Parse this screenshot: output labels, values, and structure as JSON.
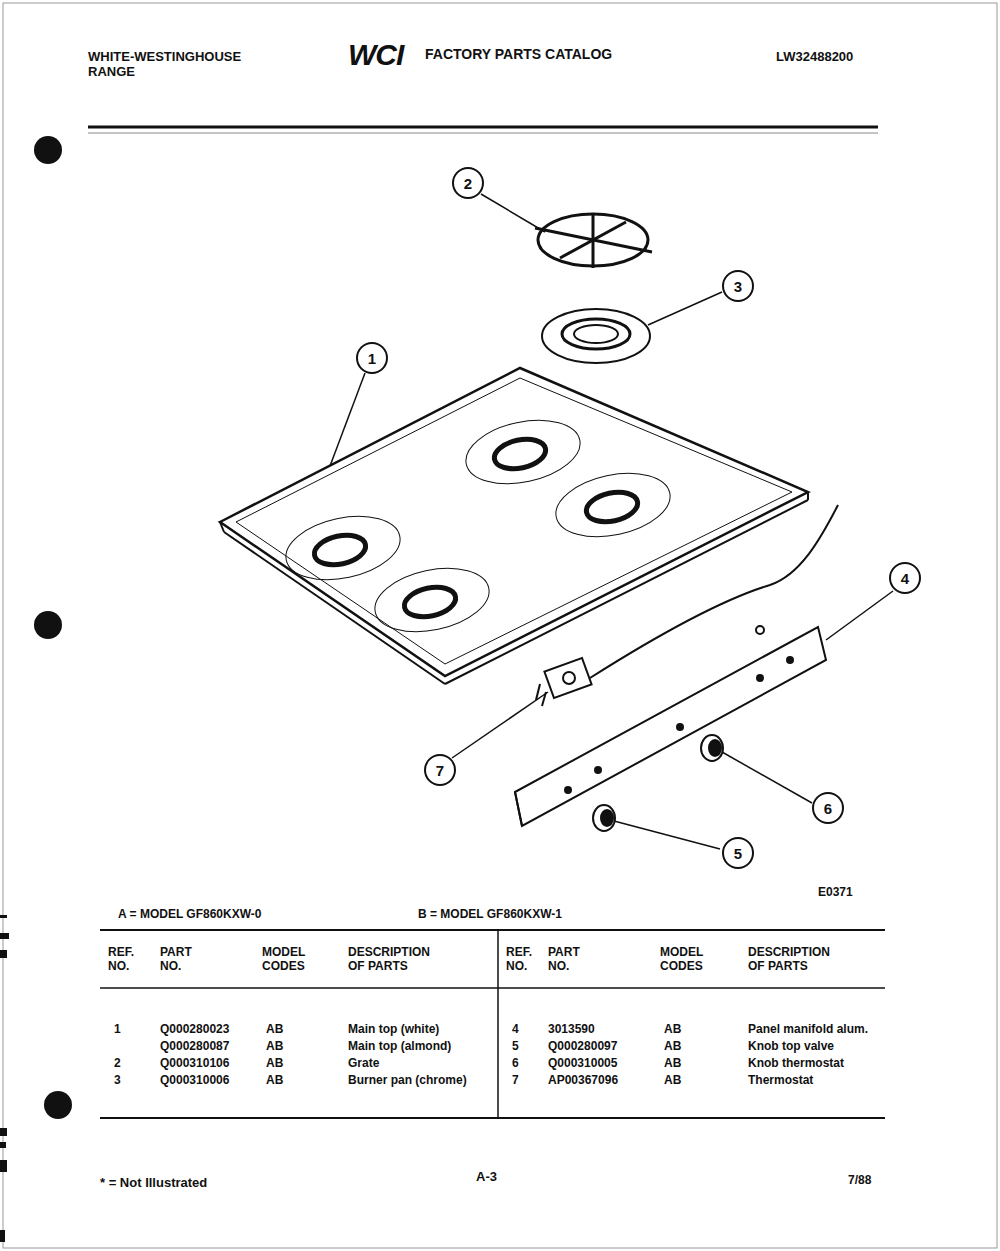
{
  "diagram": {
    "title": "FACTORY PARTS CATALOG",
    "nodes": [
      {
        "text": [
          "2"
        ]
      },
      {
        "text": [
          "3"
        ]
      },
      {
        "text": [
          "1"
        ]
      },
      {
        "text": [
          "4"
        ]
      },
      {
        "text": [
          "7"
        ]
      },
      {
        "text": [
          "6"
        ]
      },
      {
        "text": [
          "5"
        ]
      }
    ],
    "labels": [
      "WHITE-WESTINGHOUSE RANGE",
      "WCI",
      "LW32488200",
      "E0371",
      "A = MODEL GF860KXW-0",
      "B = MODEL GF860KXW-1",
      "REF. NO.",
      "PART NO.",
      "MODEL CODES",
      "DESCRIPTION OF PARTS",
      "REF. NO.",
      "PART NO.",
      "MODEL CODES",
      "DESCRIPTION OF PARTS",
      "1",
      "Q000280023",
      "AB",
      "Main top (white)",
      "4",
      "3013590",
      "AB",
      "Panel manifold alum.",
      "Q000280087",
      "AB",
      "Main top (almond)",
      "5",
      "Q000280097",
      "AB",
      "Knob top valve",
      "2",
      "Q000310106",
      "AB",
      "Grate",
      "6",
      "Q000310005",
      "AB",
      "Knob thermostat",
      "3",
      "Q000310006",
      "AB",
      "Burner pan (chrome)",
      "7",
      "AP00367096",
      "AB",
      "Thermostat",
      "* = Not Illustrated",
      "A-3",
      "7/88"
    ]
  }
}
